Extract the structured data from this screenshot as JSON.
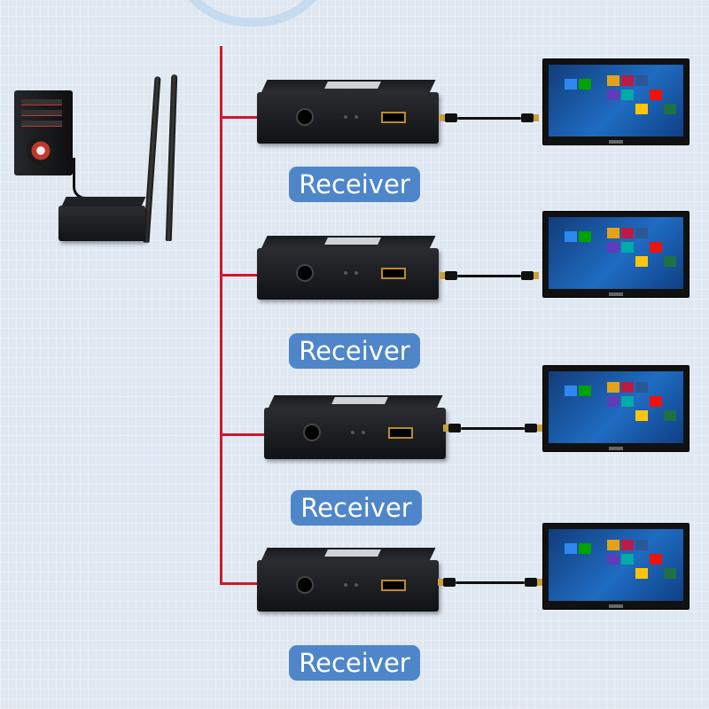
{
  "colors": {
    "bus": "#d0172b",
    "badge": "#4e86c9"
  },
  "transmitter": {
    "icon": "wifi-transmitter-icon"
  },
  "receivers": [
    {
      "label": "Receiver"
    },
    {
      "label": "Receiver"
    },
    {
      "label": "Receiver"
    },
    {
      "label": "Receiver"
    }
  ]
}
